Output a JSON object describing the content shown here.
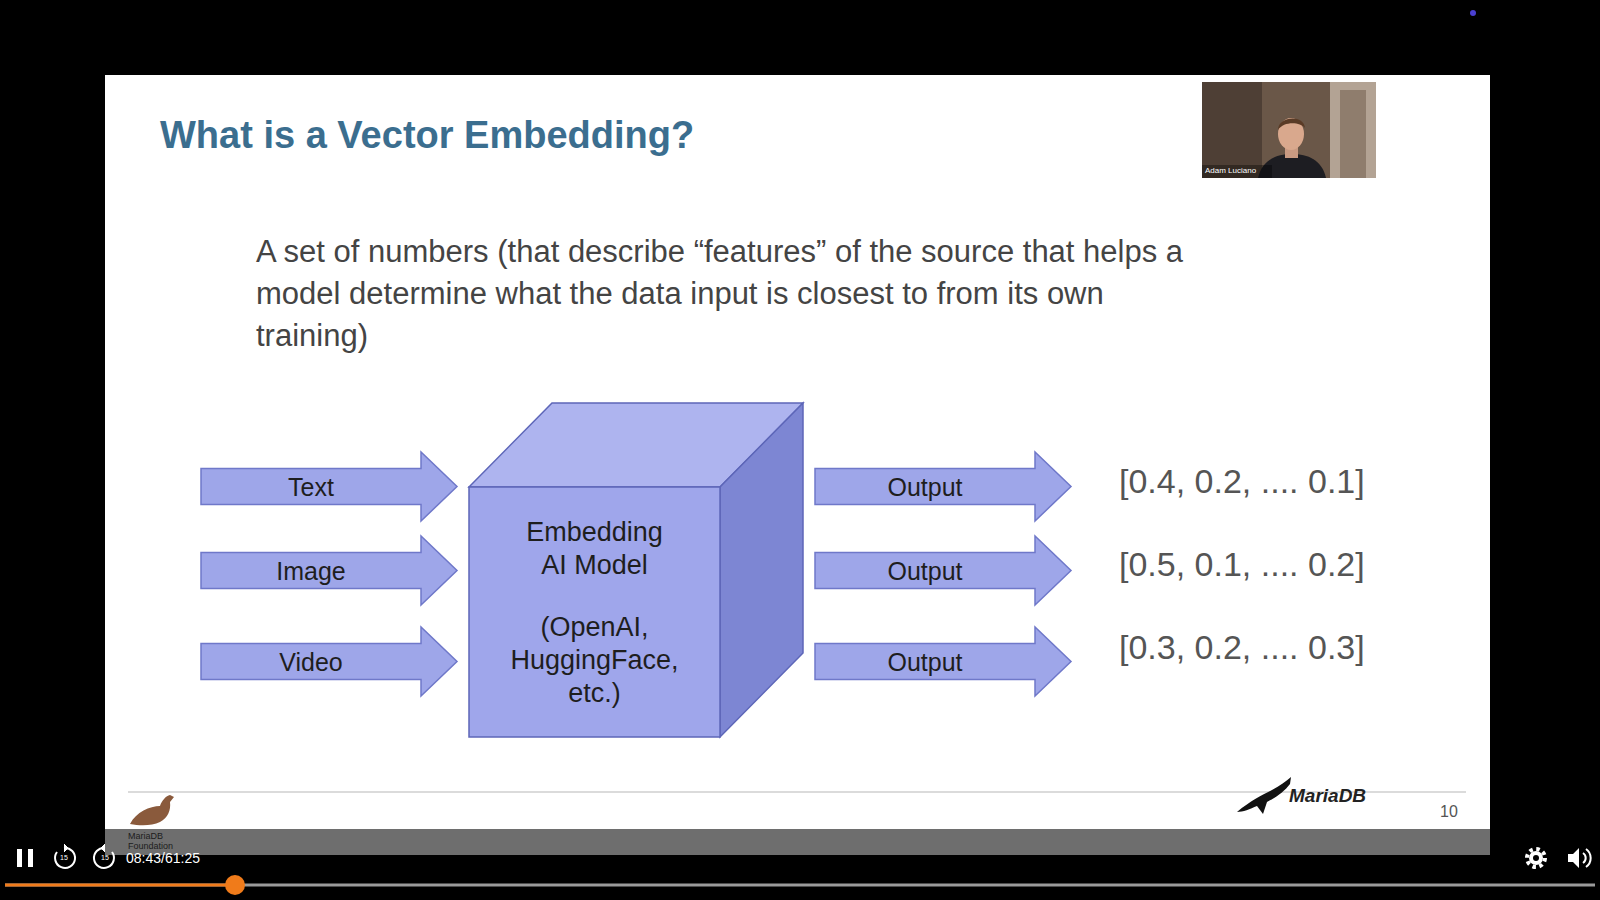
{
  "diagram": {
    "title": "What is a Vector Embedding?",
    "nodes": [
      {
        "text": [
          "Text"
        ]
      },
      {
        "text": [
          "Image"
        ]
      },
      {
        "text": [
          "Video"
        ]
      },
      {
        "text": [
          "Embedding AI Model",
          "(OpenAI, HuggingFace, etc.)"
        ]
      },
      {
        "text": [
          "Output"
        ]
      },
      {
        "text": [
          "Output"
        ]
      },
      {
        "text": [
          "Output"
        ]
      }
    ],
    "labels": [
      "A set of numbers (that describe “features” of the source that helps a model determine what the data input is closest to from its own training)",
      "[0.4, 0.2, .... 0.1]",
      "[0.5, 0.1, .... 0.2]",
      "[0.3, 0.2, .... 0.3]",
      "Adam Luciano",
      "MariaDB",
      "10",
      "MariaDB Foundation",
      "15",
      "15",
      "08:43/61:25"
    ]
  }
}
